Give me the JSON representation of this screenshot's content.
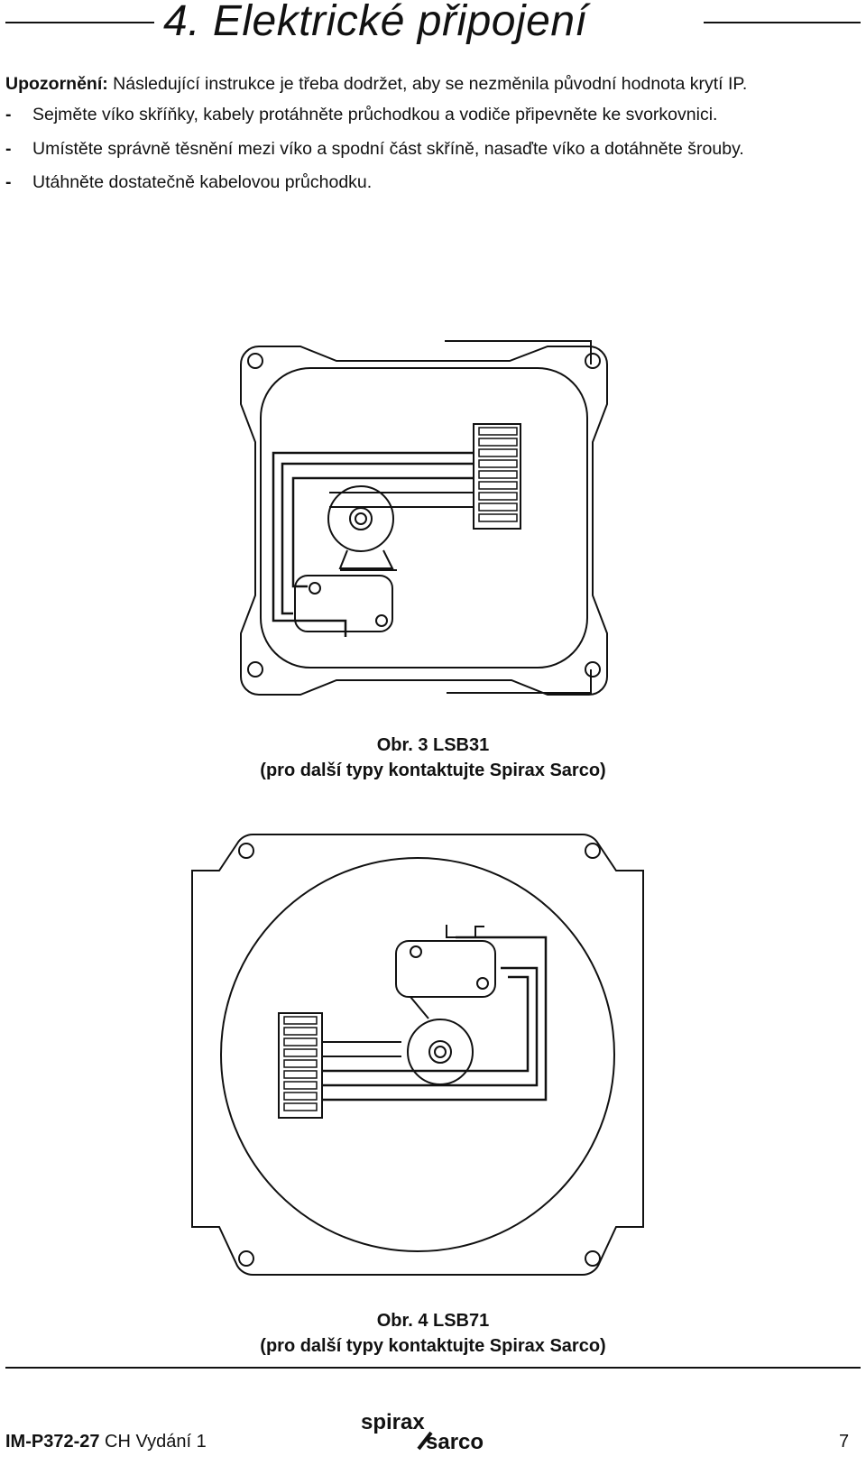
{
  "heading": {
    "title": "4. Elektrické připojení"
  },
  "warning": {
    "label": "Upozornění:",
    "text": " Následující instrukce je třeba dodržet, aby se nezměnila původní hodnota krytí IP."
  },
  "steps": [
    {
      "bullet": "-",
      "text": "Sejměte víko skříňky, kabely protáhněte průchodkou a vodiče připevněte ke svorkovnici."
    },
    {
      "bullet": "-",
      "text": "Umístěte správně těsnění mezi víko a spodní část skříně, nasaďte víko a dotáhněte šrouby."
    },
    {
      "bullet": "-",
      "text": "Utáhněte dostatečně kabelovou průchodku."
    }
  ],
  "figures": [
    {
      "caption_line1": "Obr. 3  LSB31",
      "caption_line2": "(pro další typy kontaktujte Spirax Sarco)"
    },
    {
      "caption_line1": "Obr. 4  LSB71",
      "caption_line2": "(pro další typy kontaktujte Spirax Sarco)"
    }
  ],
  "footer": {
    "doc_code": "IM-P372-27",
    "edition": " CH Vydání 1",
    "logo_top": "spirax",
    "logo_bottom": "sarco",
    "page_number": "7"
  }
}
